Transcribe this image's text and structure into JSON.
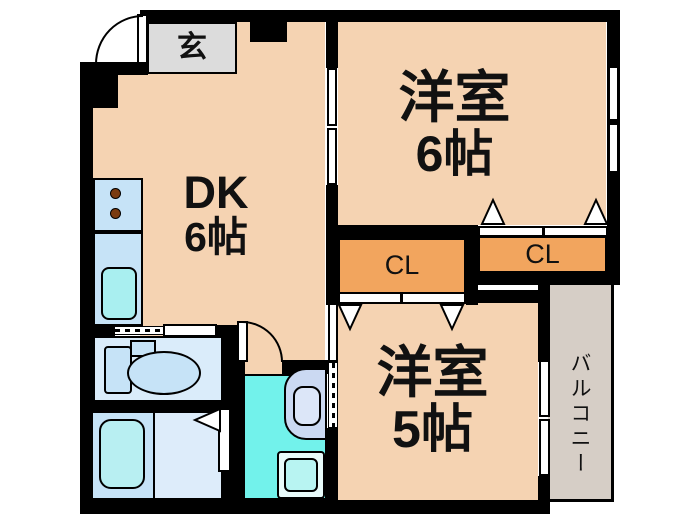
{
  "plan": {
    "type": "apartment-floor-plan",
    "rooms": {
      "entrance": {
        "label": "玄"
      },
      "dk": {
        "name": "DK",
        "size": "6帖"
      },
      "western_6": {
        "name": "洋室",
        "size": "6帖"
      },
      "western_5": {
        "name": "洋室",
        "size": "5帖"
      },
      "closet_left": {
        "label": "CL"
      },
      "closet_right": {
        "label": "CL"
      },
      "balcony": {
        "label": "バルコニー"
      }
    }
  },
  "colors": {
    "wall": "#000000",
    "text": "#111111",
    "room": "#F5D3B2",
    "closet": "#F2A55E",
    "entrance": "#DCDCDC",
    "balcony": "#D6CEC6",
    "sanitary": "#DAECFA",
    "bath_floor": "#DDECFA",
    "washroom": "#72F2EB",
    "fixture": "#C6E3F7",
    "cyan": "#A9EFF0",
    "tub": "#B8EFF2",
    "basin": "#CBD9F2",
    "basin_inner": "#DCE6F8",
    "pan_outer": "#E8FBFA",
    "pan_inner": "#B8F4F2",
    "burner": "#7A3B10"
  }
}
